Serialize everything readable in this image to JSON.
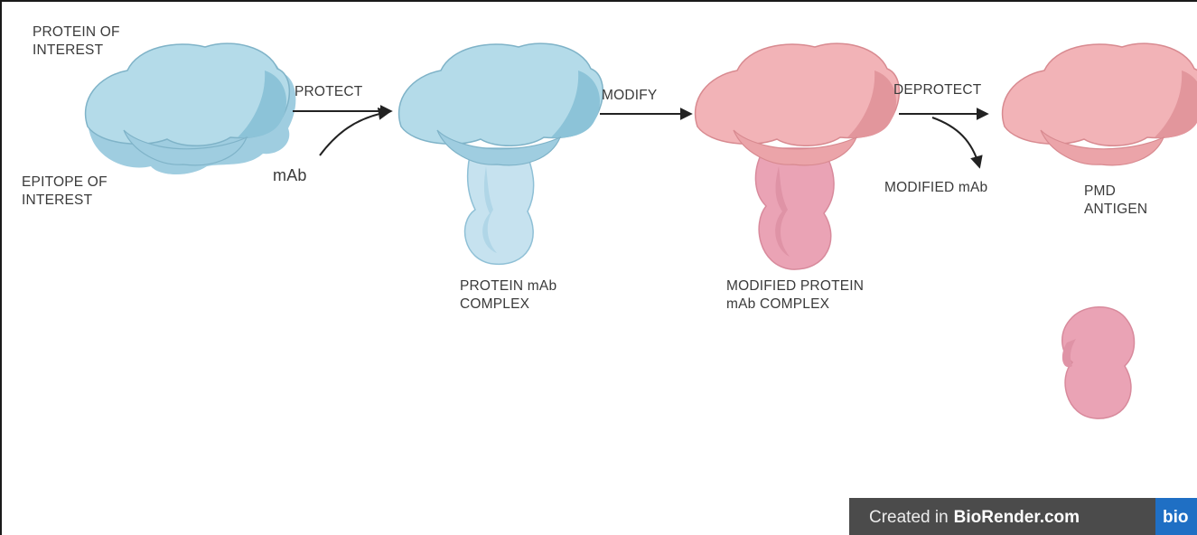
{
  "labels": {
    "protein_of_interest": [
      "PROTEIN OF",
      "INTEREST"
    ],
    "epitope_of_interest": [
      "EPITOPE OF",
      "INTEREST"
    ],
    "mab": "mAb",
    "protect": "PROTECT",
    "modify": "MODIFY",
    "deprotect": "DEPROTECT",
    "protein_mab_complex": [
      "PROTEIN mAb",
      "COMPLEX"
    ],
    "modified_protein_mab_complex": [
      "MODIFIED PROTEIN",
      "mAb COMPLEX"
    ],
    "modified_mab": "MODIFIED mAb",
    "pmd_antigen": [
      "PMD",
      "ANTIGEN"
    ]
  },
  "watermark": {
    "prefix": "Created in",
    "brand": "BioRender.com",
    "tail": "bio"
  },
  "colors": {
    "blue_fill": "#b4dbe9",
    "blue_shade": "#8cc3d8",
    "blue_stroke": "#7fb3c8",
    "mab_blue": "#c6e2ef",
    "pink_fill": "#f2b3b7",
    "pink_shade": "#e2969c",
    "pink_stroke": "#d88a90",
    "mab_pink": "#eaa3b5",
    "arrow": "#222222"
  }
}
